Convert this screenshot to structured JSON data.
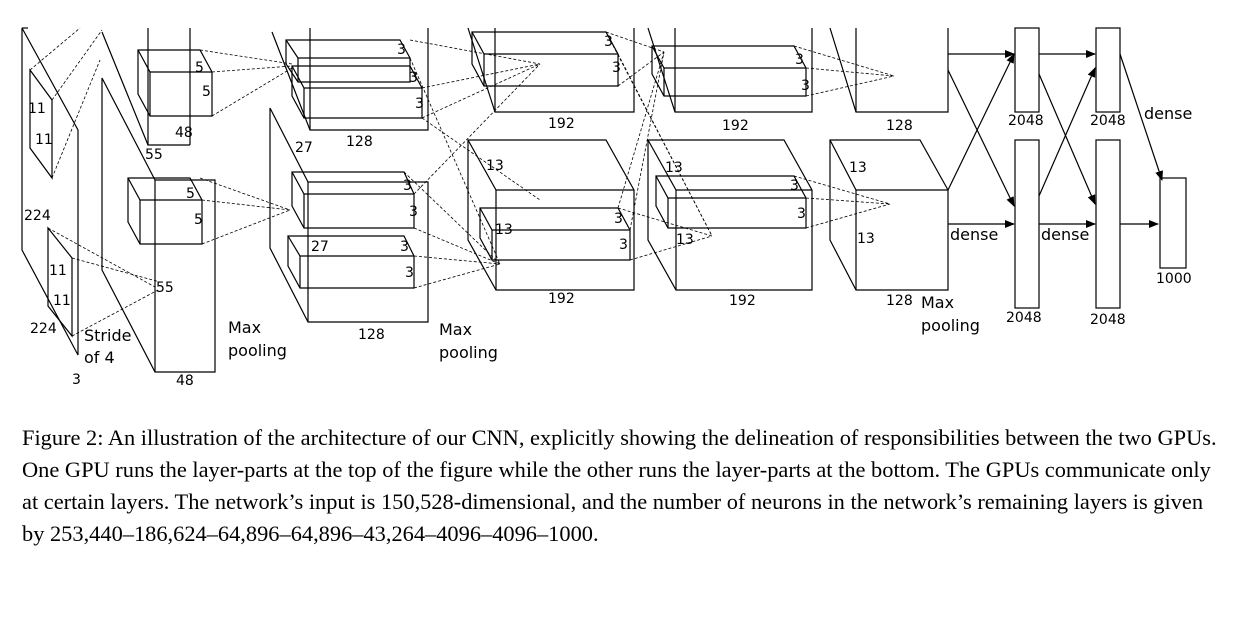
{
  "figure": {
    "input": {
      "width": "224",
      "height": "224",
      "depth": "3",
      "kernel_h": "11",
      "kernel_w": "11",
      "stride_line1": "Stride",
      "stride_line2": "of 4"
    },
    "conv1": {
      "side": "55",
      "top_depth": "48",
      "bottom_depth": "48",
      "k1": "5",
      "k2": "5"
    },
    "conv2": {
      "side": "27",
      "top_depth": "128",
      "bottom_depth": "128",
      "k1": "3",
      "k2": "3"
    },
    "conv3": {
      "side": "13",
      "top_depth": "192",
      "bottom_depth": "192",
      "k1": "3",
      "k2": "3"
    },
    "conv4": {
      "side": "13",
      "top_depth": "192",
      "bottom_depth": "192",
      "k1": "3",
      "k2": "3"
    },
    "conv5": {
      "side": "13",
      "top_depth": "128",
      "bottom_depth": "128"
    },
    "dense": {
      "fc6": "2048",
      "fc7": "2048",
      "out": "1000",
      "label": "dense"
    },
    "pool_line1": "Max",
    "pool_line2": "pooling"
  },
  "caption": {
    "label": "Figure 2:",
    "text": " An illustration of the architecture of our CNN, explicitly showing the delineation of responsibilities between the two GPUs. One GPU runs the layer-parts at the top of the figure while the other runs the layer-parts at the bottom. The GPUs communicate only at certain layers. The network’s input is 150,528-dimensional, and the number of neurons in the network’s remaining layers is given by 253,440–186,624–64,896–64,896–43,264–4096–4096–1000."
  }
}
